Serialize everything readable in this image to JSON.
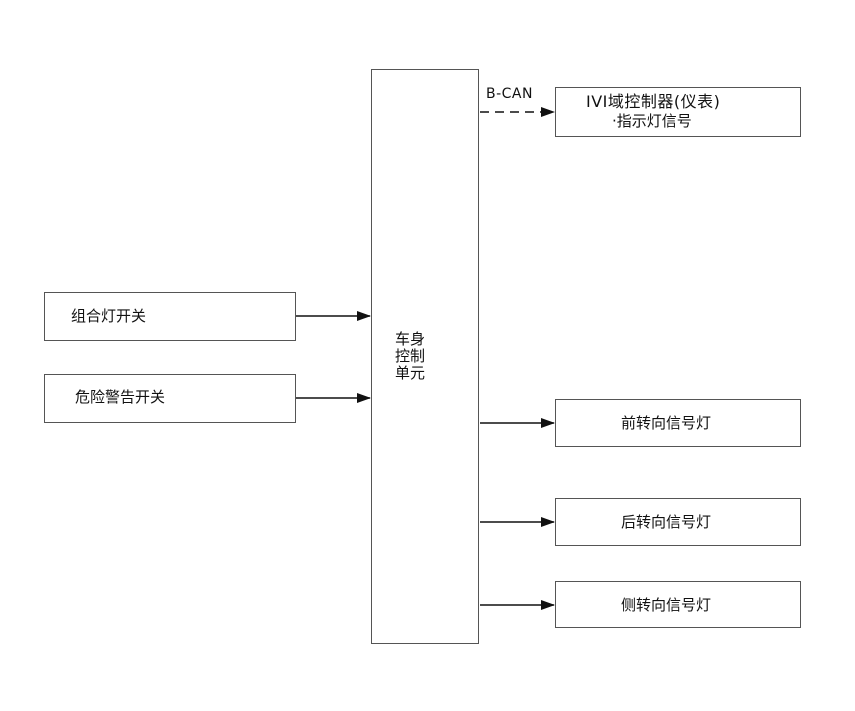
{
  "diagram": {
    "center_unit": {
      "label": "车身\n控制\n单元"
    },
    "inputs": [
      {
        "id": "combo-light-switch",
        "label": "组合灯开关"
      },
      {
        "id": "hazard-switch",
        "label": "危险警告开关"
      }
    ],
    "ivi": {
      "title": "IVI域控制器(仪表)",
      "subtitle": "·指示灯信号",
      "bus_label": "B-CAN"
    },
    "outputs": [
      {
        "id": "front-turn-lamp",
        "label": "前转向信号灯"
      },
      {
        "id": "rear-turn-lamp",
        "label": "后转向信号灯"
      },
      {
        "id": "side-turn-lamp",
        "label": "侧转向信号灯"
      }
    ],
    "colors": {
      "line": "#111111",
      "border": "#555555"
    }
  }
}
